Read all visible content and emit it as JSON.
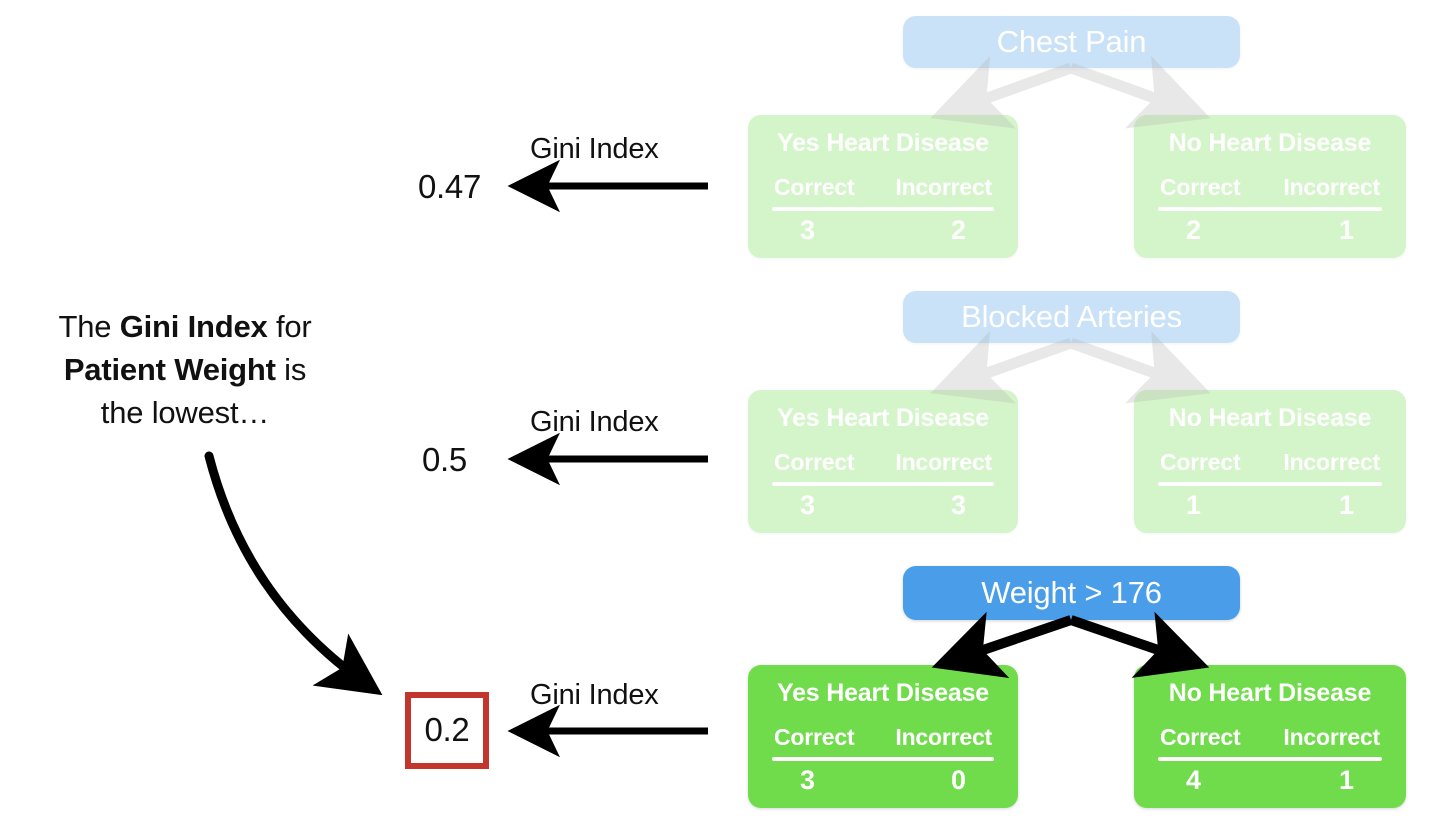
{
  "caption": {
    "line1_pre": "The ",
    "line1_bold": "Gini Index",
    "line1_post": " for",
    "line2_bold": "Patient Weight",
    "line2_post": " is",
    "line3": "the lowest…"
  },
  "colors": {
    "node_blue": "#4a9de8",
    "leaf_green": "#71dc4b",
    "arrow_black": "#000000",
    "arrow_gray": "#b3b3b3",
    "highlight_red": "#c2362c",
    "text_dark": "#111111",
    "white": "#ffffff"
  },
  "gini_label": "Gini Index",
  "rows": [
    {
      "id": "chest-pain",
      "faded": true,
      "gini_value": "0.47",
      "gini_label": "Gini Index",
      "highlighted": false,
      "root": "Chest Pain",
      "leaves": [
        {
          "title": "Yes Heart Disease",
          "col_correct": "Correct",
          "col_incorrect": "Incorrect",
          "val_correct": "3",
          "val_incorrect": "2"
        },
        {
          "title": "No Heart Disease",
          "col_correct": "Correct",
          "col_incorrect": "Incorrect",
          "val_correct": "2",
          "val_incorrect": "1"
        }
      ]
    },
    {
      "id": "blocked-arteries",
      "faded": true,
      "gini_value": "0.5",
      "gini_label": "Gini Index",
      "highlighted": false,
      "root": "Blocked Arteries",
      "leaves": [
        {
          "title": "Yes Heart Disease",
          "col_correct": "Correct",
          "col_incorrect": "Incorrect",
          "val_correct": "3",
          "val_incorrect": "3"
        },
        {
          "title": "No Heart Disease",
          "col_correct": "Correct",
          "col_incorrect": "Incorrect",
          "val_correct": "1",
          "val_incorrect": "1"
        }
      ]
    },
    {
      "id": "patient-weight",
      "faded": false,
      "gini_value": "0.2",
      "gini_label": "Gini Index",
      "highlighted": true,
      "root": "Weight > 176",
      "leaves": [
        {
          "title": "Yes Heart Disease",
          "col_correct": "Correct",
          "col_incorrect": "Incorrect",
          "val_correct": "3",
          "val_incorrect": "0"
        },
        {
          "title": "No Heart Disease",
          "col_correct": "Correct",
          "col_incorrect": "Incorrect",
          "val_correct": "4",
          "val_incorrect": "1"
        }
      ]
    }
  ]
}
